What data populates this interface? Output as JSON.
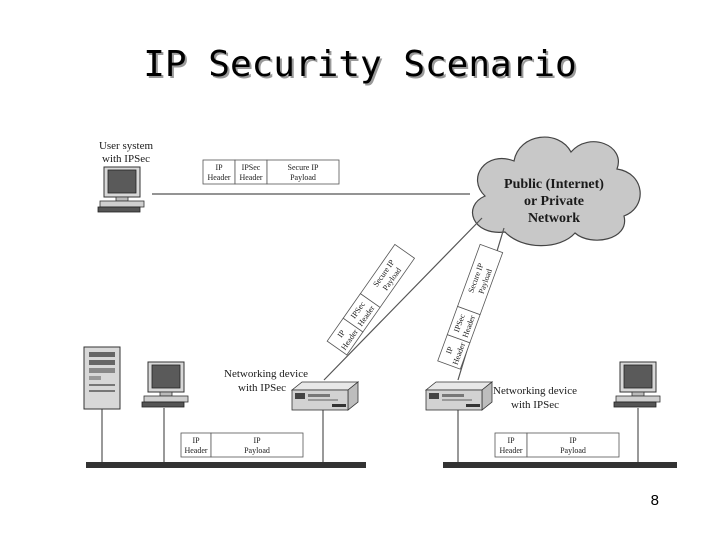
{
  "title": "IP Security Scenario",
  "page_number": "8",
  "cloud": {
    "line1": "Public (Internet)",
    "line2": "or Private",
    "line3": "Network"
  },
  "user_system": {
    "line1": "User system",
    "line2": "with IPSec",
    "packet": [
      {
        "top": "IP",
        "bottom": "Header"
      },
      {
        "top": "IPSec",
        "bottom": "Header"
      },
      {
        "top": "Secure IP",
        "bottom": "Payload"
      }
    ]
  },
  "left_device": {
    "line1": "Networking device",
    "line2": "with IPSec",
    "packet": [
      {
        "top": "IP",
        "bottom": "Header"
      },
      {
        "top": "IPSec",
        "bottom": "Header"
      },
      {
        "top": "Secure IP",
        "bottom": "Payload"
      }
    ],
    "lan_packet": [
      {
        "top": "IP",
        "bottom": "Header"
      },
      {
        "top": "IP",
        "bottom": "Payload"
      }
    ]
  },
  "right_device": {
    "line1": "Networking device",
    "line2": "with IPSec",
    "packet": [
      {
        "top": "IP",
        "bottom": "Header"
      },
      {
        "top": "IPSec",
        "bottom": "Header"
      },
      {
        "top": "Secure IP",
        "bottom": "Payload"
      }
    ],
    "lan_packet": [
      {
        "top": "IP",
        "bottom": "Header"
      },
      {
        "top": "IP",
        "bottom": "Payload"
      }
    ]
  }
}
